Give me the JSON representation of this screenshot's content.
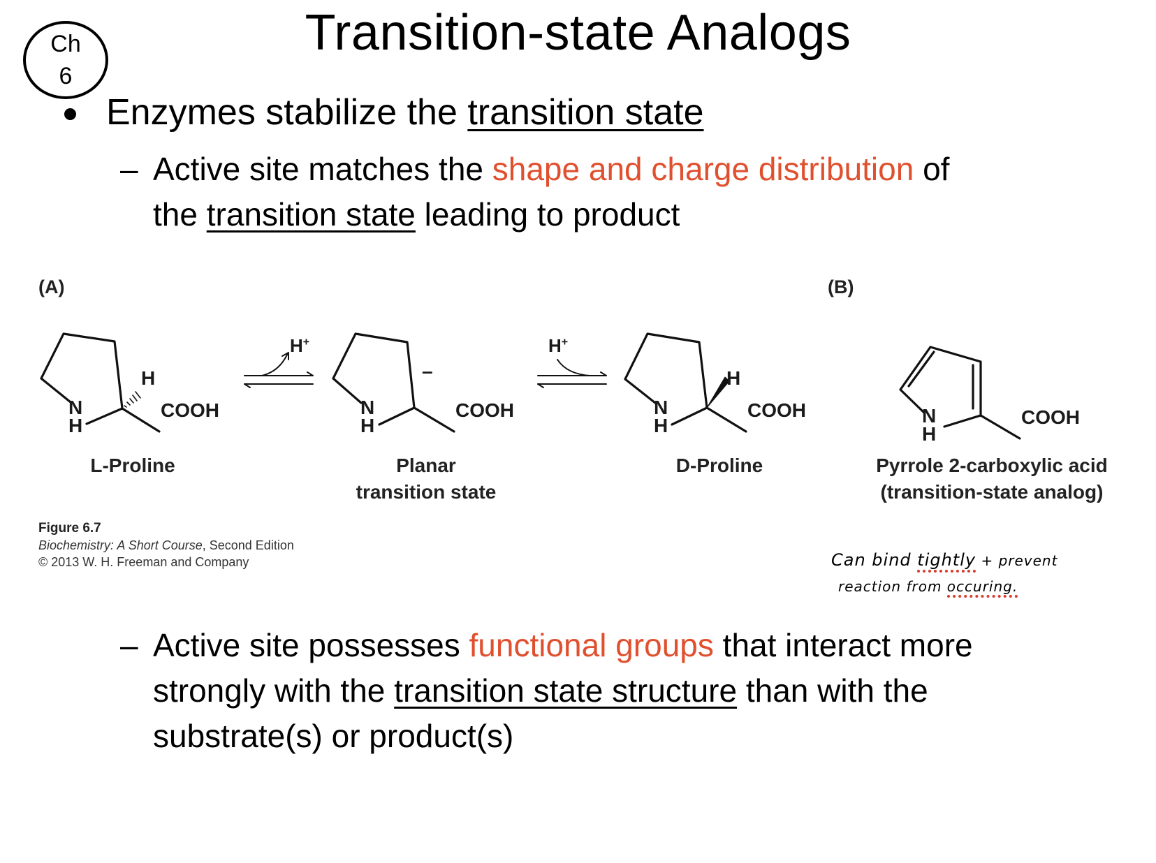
{
  "slide": {
    "title": "Transition-state Analogs",
    "chapter_badge": {
      "line1": "Ch",
      "line2": "6"
    },
    "bullet1": {
      "pre": "Enzymes stabilize the ",
      "underlined": "transition state"
    },
    "sub1": {
      "dash": "–",
      "line1_pre": "Active site matches the ",
      "line1_accent": "shape and charge distribution",
      "line1_post": " of",
      "line2_pre": "the ",
      "line2_underlined": "transition state",
      "line2_post": " leading to product"
    },
    "sub2": {
      "dash": "–",
      "line1_pre": "Active site possesses ",
      "line1_accent": "functional groups",
      "line1_post": " that interact more",
      "line2_pre": "strongly with the ",
      "line2_underlined": "transition state structure",
      "line2_post": " than with the",
      "line3": "substrate(s) or product(s)"
    },
    "accent_color": "#e0502e"
  },
  "figure": {
    "panel_a_label": "(A)",
    "panel_b_label": "(B)",
    "arrow1_label": "H",
    "arrow2_label": "H",
    "charge_plus": "+",
    "charge_minus": "–",
    "atoms": {
      "N": "N",
      "H": "H",
      "COOH": "COOH"
    },
    "molecules": [
      {
        "prefix": "L",
        "name": "-Proline"
      },
      {
        "line1": "Planar",
        "line2": "transition state"
      },
      {
        "prefix": "D",
        "name": "-Proline"
      },
      {
        "line1": "Pyrrole 2-carboxylic acid",
        "line2": "(transition-state analog)"
      }
    ],
    "caption": {
      "figure": "Figure 6.7",
      "book": "Biochemistry: A Short Course",
      "edition": ", Second Edition",
      "copyright": "© 2013 W. H. Freeman and Company"
    }
  },
  "handwritten_note": {
    "line1_a": "Can bind ",
    "line1_b": "tightly",
    "line1_c": " + prevent",
    "line2_a": "reaction from ",
    "line2_b": "occuring."
  }
}
